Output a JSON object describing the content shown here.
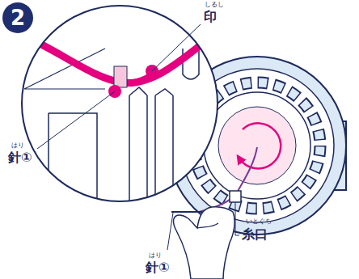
{
  "diagram": {
    "nodes": [
      {
        "text": [
          "2"
        ]
      }
    ],
    "labels": [
      "しるし",
      "印",
      "はり",
      "針①",
      "いとぐち",
      "糸口",
      "はり",
      "針①"
    ]
  }
}
